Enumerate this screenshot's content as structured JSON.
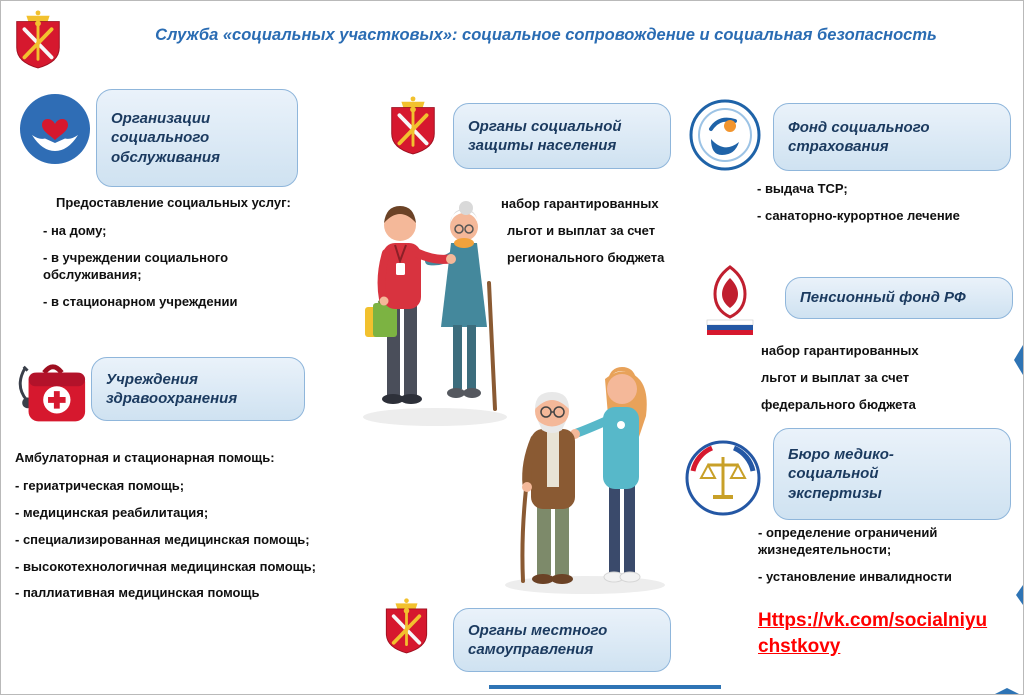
{
  "header": {
    "title": "Служба «социальных участковых»: социальное сопровождение и социальная безопасность"
  },
  "colors": {
    "title_blue": "#2a6cb3",
    "box_fill": "#d9e7f4",
    "box_border": "#8fb6db",
    "box_text": "#1b3a5f",
    "link_red": "#ff0000",
    "shield_red": "#d6182e"
  },
  "left": {
    "social_orgs": {
      "box_title": "Организации социального обслуживания",
      "lead": "Предоставление социальных услуг:",
      "items": [
        "- на дому;",
        "- в учреждении социального обслуживания;",
        "- в стационарном учреждении"
      ]
    },
    "healthcare": {
      "box_title": "Учреждения здравоохранения",
      "lead": "Амбулаторная и стационарная помощь:",
      "items": [
        "- гериатрическая помощь;",
        "- медицинская реабилитация;",
        "- специализированная медицинская помощь;",
        "- высокотехнологичная медицинская помощь;",
        "- паллиативная медицинская помощь"
      ]
    }
  },
  "center": {
    "social_protection": {
      "box_title": "Органы социальной защиты населения",
      "lines": [
        "набор гарантированных",
        "льгот и выплат за счет",
        "регионального бюджета"
      ]
    },
    "local_government": {
      "box_title": "Органы местного самоуправления"
    }
  },
  "right": {
    "insurance_fund": {
      "box_title": "Фонд социального страхования",
      "items": [
        "- выдача ТСР;",
        "- санаторно-курортное лечение"
      ]
    },
    "pension_fund": {
      "box_title": "Пенсионный фонд РФ",
      "lines": [
        "набор гарантированных",
        "льгот и выплат за счет",
        "федерального бюджета"
      ]
    },
    "mse": {
      "box_title": "Бюро медико-социальной экспертизы",
      "items": [
        "- определение ограничений жизнедеятельности;",
        "- установление инвалидности"
      ]
    },
    "link": {
      "lines": [
        "Https://vk.com/socialniyu",
        "chstkovy"
      ]
    }
  },
  "icons": {
    "spb_coat_of_arms": "spb-coat-of-arms-icon",
    "hands_heart": "hands-heart-icon",
    "first_aid_kit": "first-aid-kit-icon",
    "insurance_fund_logo": "social-insurance-fund-logo-icon",
    "pension_fund_logo": "pension-fund-logo-icon",
    "mse_logo": "medico-social-expertise-logo-icon"
  }
}
